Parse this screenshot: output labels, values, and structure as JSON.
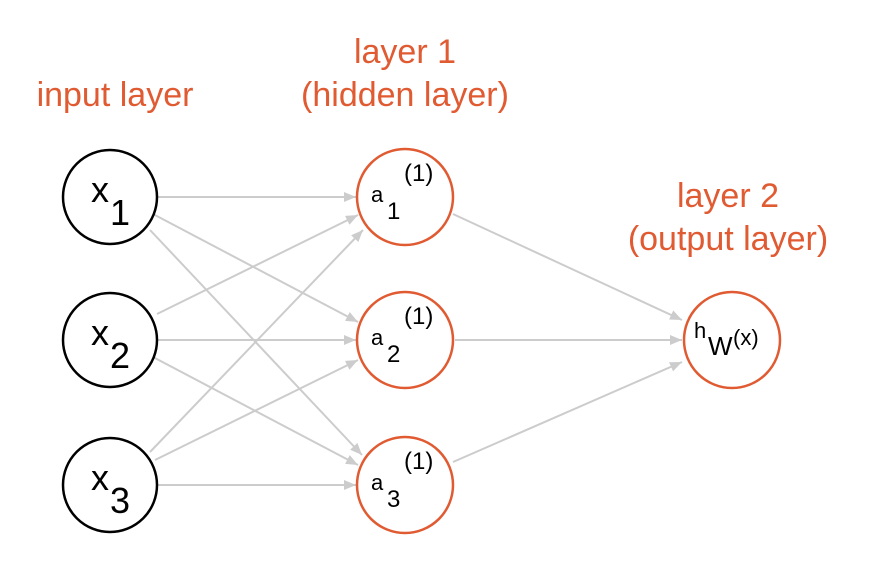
{
  "diagram": {
    "labels": {
      "input_layer": "input layer",
      "layer1_line1": "layer 1",
      "layer1_line2": "(hidden layer)",
      "layer2_line1": "layer 2",
      "layer2_line2": "(output layer)"
    },
    "input_nodes": [
      {
        "base": "x",
        "sub": "1"
      },
      {
        "base": "x",
        "sub": "2"
      },
      {
        "base": "x",
        "sub": "3"
      }
    ],
    "hidden_nodes": [
      {
        "base": "a",
        "sub": "1",
        "sup": "(1)"
      },
      {
        "base": "a",
        "sub": "2",
        "sup": "(1)"
      },
      {
        "base": "a",
        "sub": "3",
        "sup": "(1)"
      }
    ],
    "output_node": {
      "base": "h",
      "sub": "W",
      "sup": "(x)"
    },
    "colors": {
      "accent": "#e05a32",
      "edge": "#cccccc",
      "input_stroke": "#000000"
    }
  }
}
